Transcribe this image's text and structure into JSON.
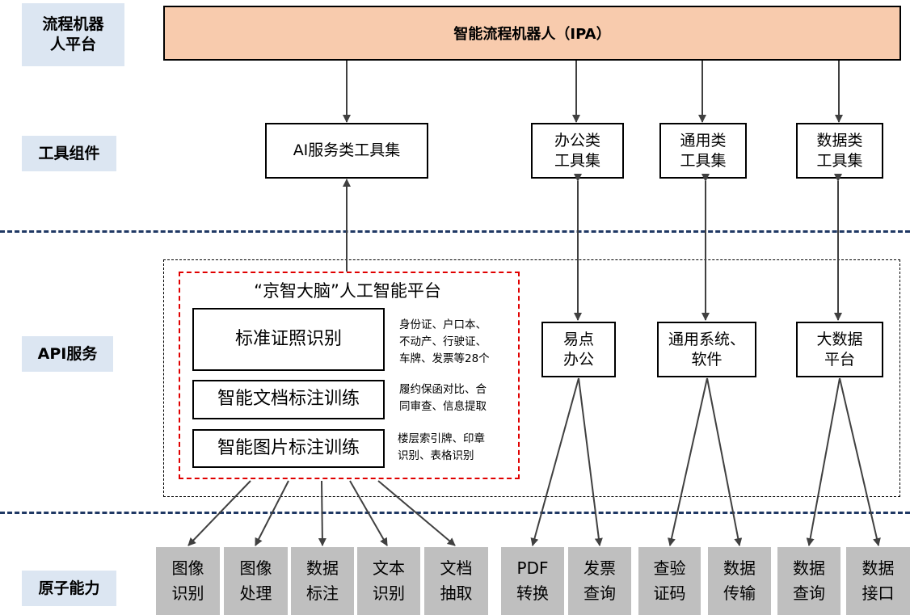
{
  "layers": {
    "platform": "流程机器\n人平台",
    "tools": "工具组件",
    "api": "API服务",
    "atomic": "原子能力"
  },
  "ipa": {
    "title": "智能流程机器人（IPA）"
  },
  "tool_sets": {
    "ai": "AI服务类工具集",
    "office": "办公类\n工具集",
    "general": "通用类\n工具集",
    "data": "数据类\n工具集"
  },
  "jingzhi": {
    "title": "“京智大脑”人工智能平台",
    "modules": [
      {
        "name": "标准证照识别",
        "note": "身份证、户口本、\n不动产、行驶证、\n车牌、发票等28个"
      },
      {
        "name": "智能文档标注训练",
        "note": "履约保函对比、合\n同审查、信息提取"
      },
      {
        "name": "智能图片标注训练",
        "note": "楼层索引牌、印章\n识别、表格识别"
      }
    ]
  },
  "api_services": {
    "office": "易点\n办公",
    "general": "通用系统、\n软件",
    "bigdata": "大数据\n平台"
  },
  "atomic": [
    "图像\n识别",
    "图像\n处理",
    "数据\n标注",
    "文本\n识别",
    "文档\n抽取",
    "PDF\n转换",
    "发票\n查询",
    "查验\n证码",
    "数据\n传输",
    "数据\n查询",
    "数据\n接口"
  ]
}
